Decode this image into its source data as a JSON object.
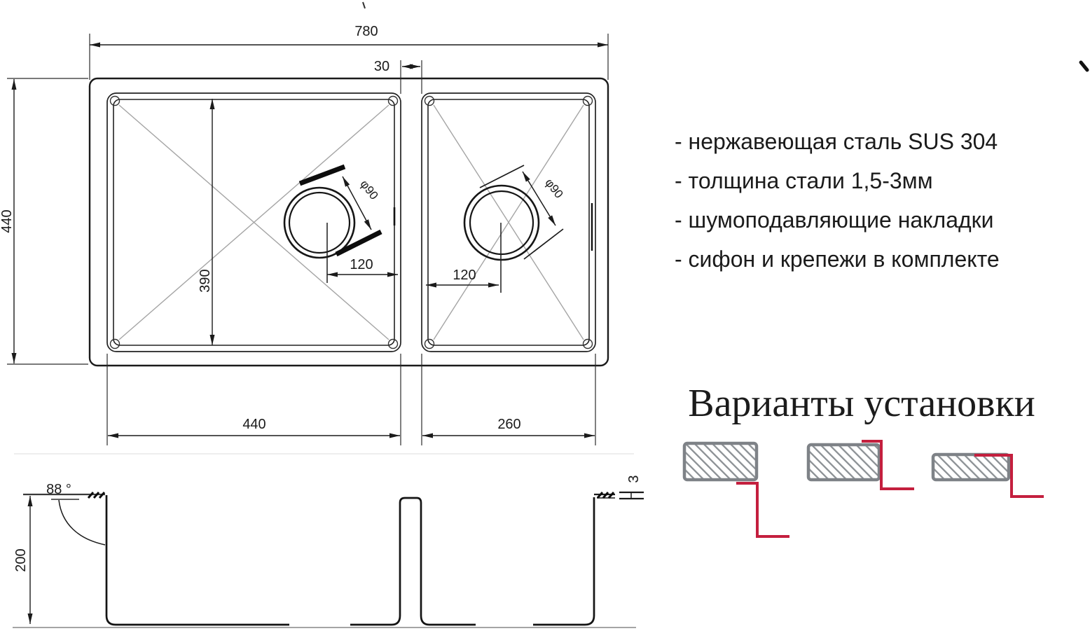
{
  "drawing": {
    "top_view": {
      "overall_width": "780",
      "divider_gap": "30",
      "overall_depth": "440",
      "inner_depth": "390",
      "drain_diameter_left": "φ90",
      "drain_diameter_right": "φ90",
      "drain_offset_left": "120",
      "drain_offset_right": "120",
      "left_bowl_width": "440",
      "right_bowl_width": "260"
    },
    "side_view": {
      "section_depth": "200",
      "wall_angle": "88 °",
      "steel_thickness": "3"
    }
  },
  "specs": {
    "items": [
      "- нержавеющая сталь SUS 304",
      "- толщина стали 1,5-3мм",
      "- шумоподавляющие накладки",
      "- сифон и крепежи в комплекте"
    ]
  },
  "installation": {
    "title": "Варианты установки"
  },
  "colors": {
    "ink": "#1b1b1b",
    "guide_gray": "#a5a5a5",
    "accent_red": "#c41f3e",
    "steel_gray": "#7e8287"
  }
}
